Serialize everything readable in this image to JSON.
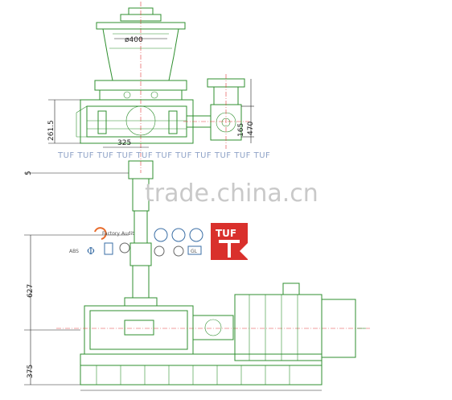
{
  "dimensions": {
    "diameter_drum": "ø400",
    "height_left": "261.5",
    "width_base": "325",
    "height_right_inner": "165",
    "height_right_outer": "470",
    "left_small": "5",
    "shaft_height": "627",
    "base_height": "375"
  },
  "tuf_banner": "TUF TUF TUF TUF TUF TUF TUF TUF TUF TUF TUF",
  "watermark": "trade.china.cn",
  "certifications": {
    "factory_audit": "Factory Audit",
    "abs": "ABS",
    "gl": "GL"
  },
  "brand_logo": "TUF",
  "colors": {
    "drawing": "#2f8f2f",
    "centerline": "#e23b3b",
    "logo_red": "#d9302c"
  }
}
